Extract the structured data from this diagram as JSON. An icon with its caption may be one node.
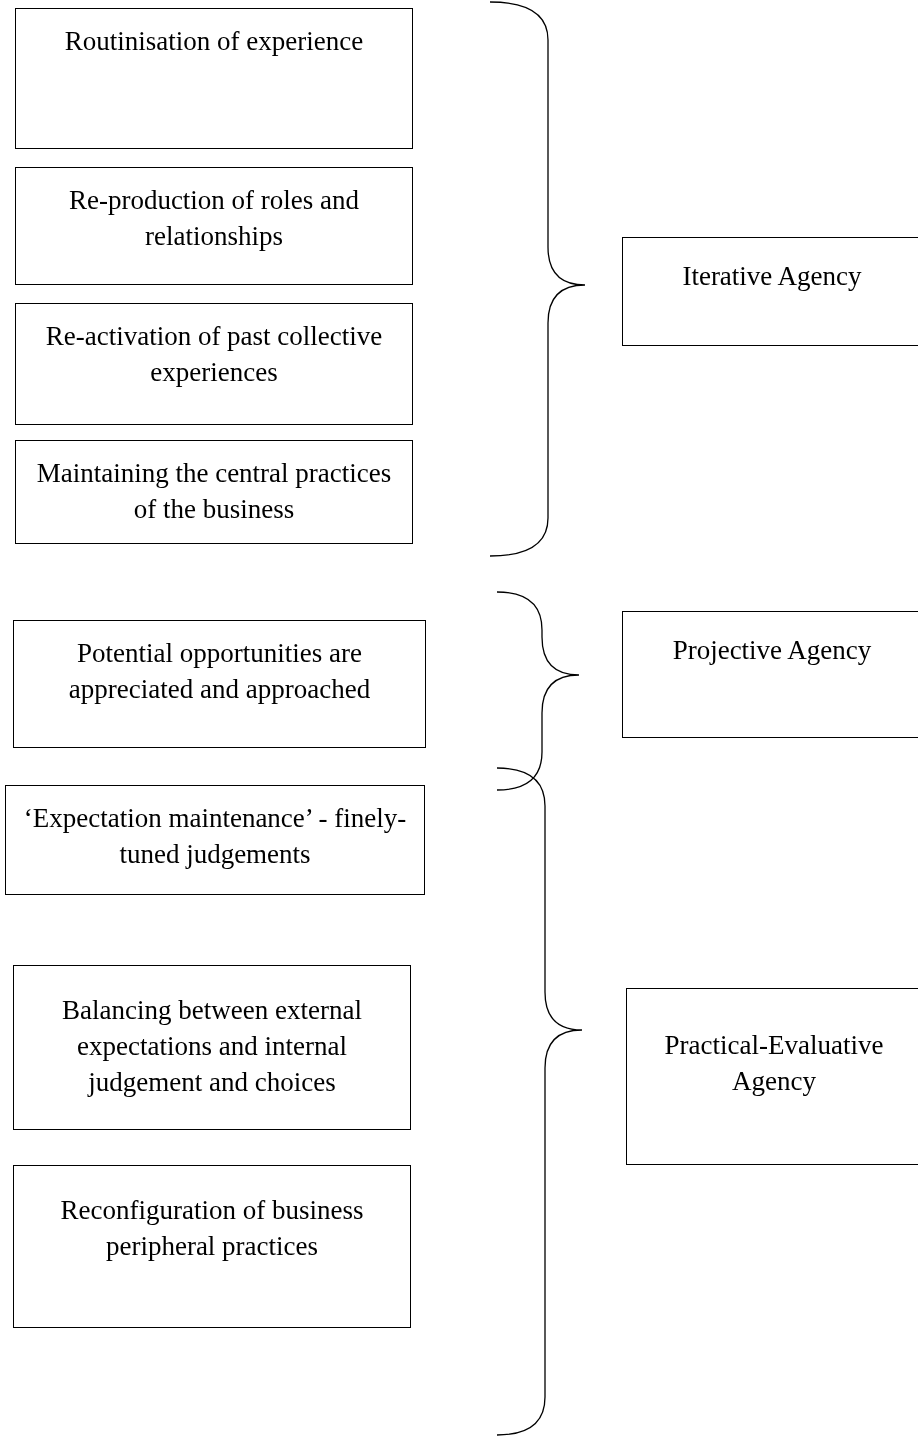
{
  "diagram": {
    "nodes": [
      {
        "text": [
          "Routinisation of experience"
        ]
      },
      {
        "text": [
          "Re-production of roles and relationships"
        ]
      },
      {
        "text": [
          "Re-activation of past collective experiences"
        ]
      },
      {
        "text": [
          "Maintaining the central practices of the business"
        ]
      },
      {
        "text": [
          "Iterative Agency"
        ]
      },
      {
        "text": [
          "Potential opportunities are appreciated and approached"
        ]
      },
      {
        "text": [
          "Projective Agency"
        ]
      },
      {
        "text": [
          "‘Expectation maintenance’ - finely-tuned judgements"
        ]
      },
      {
        "text": [
          "Balancing between external expectations and internal judgement and choices"
        ]
      },
      {
        "text": [
          "Reconfiguration of business peripheral practices"
        ]
      },
      {
        "text": [
          "Practical-Evaluative Agency"
        ]
      }
    ]
  }
}
